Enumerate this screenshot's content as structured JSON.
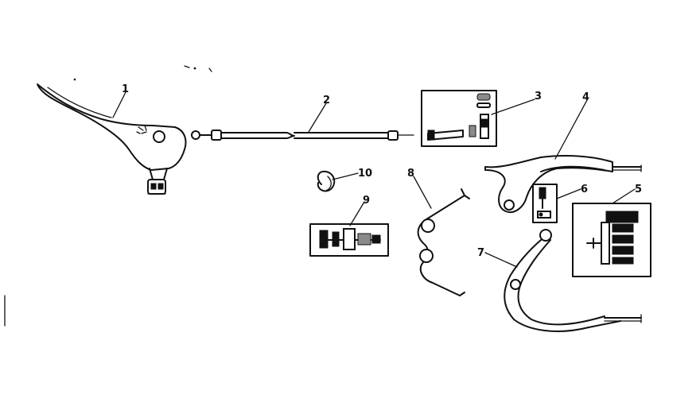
{
  "diagram": {
    "parts": [
      {
        "id": "lever",
        "callout": "1"
      },
      {
        "id": "cable",
        "callout": "2"
      },
      {
        "id": "cable-hardware-pack",
        "callout": "3"
      },
      {
        "id": "upper-caliper-arm",
        "callout": "4"
      },
      {
        "id": "brake-shoe-pack",
        "callout": "5"
      },
      {
        "id": "pivot-bolt-pack",
        "callout": "6"
      },
      {
        "id": "lower-caliper-arm",
        "callout": "7"
      },
      {
        "id": "return-spring",
        "callout": "8"
      },
      {
        "id": "bolt-set-pack",
        "callout": "9"
      },
      {
        "id": "cable-clip",
        "callout": "10"
      }
    ]
  }
}
